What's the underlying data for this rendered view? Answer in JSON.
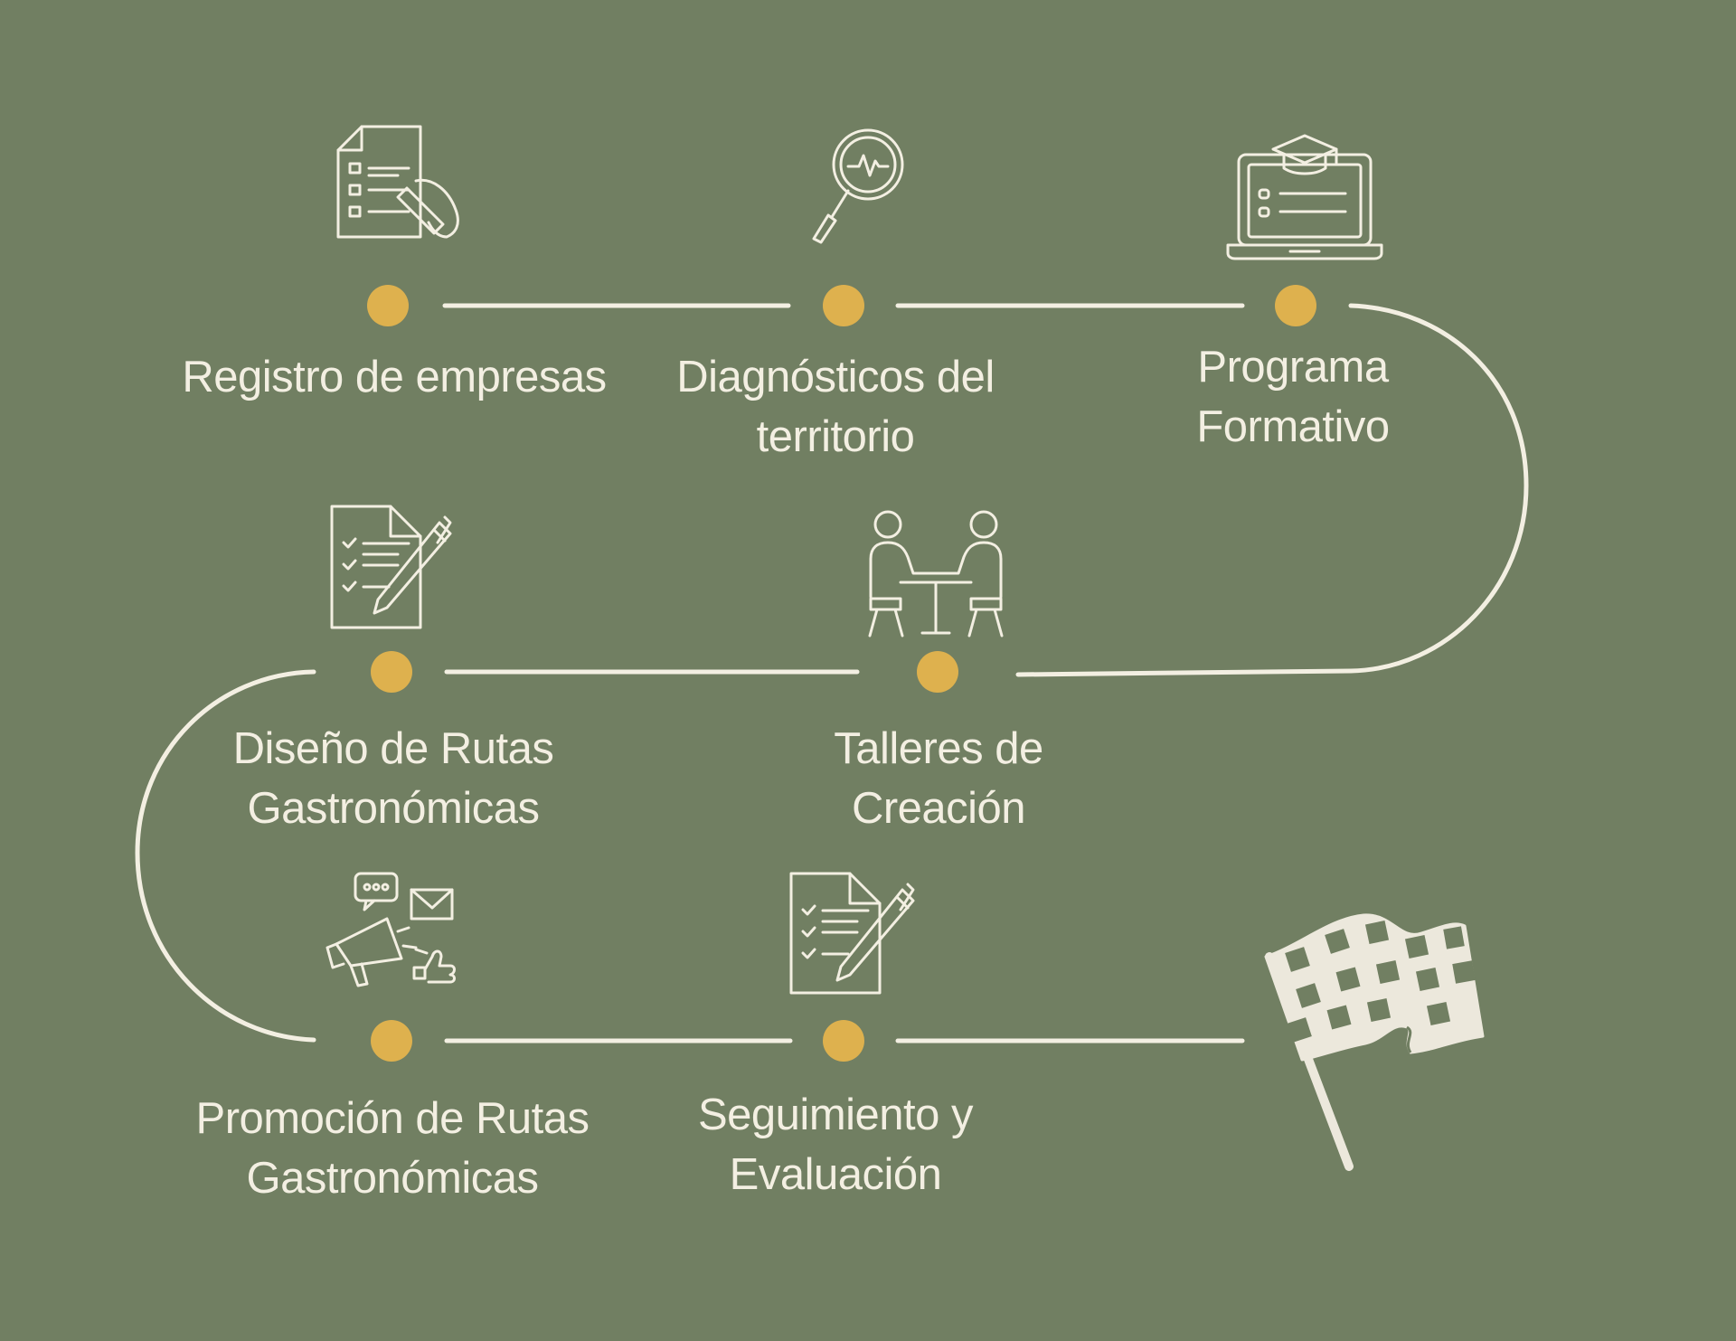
{
  "diagram": {
    "colors": {
      "background": "#717f62",
      "line": "#f3efe2",
      "dot": "#deb14e"
    },
    "steps": [
      {
        "id": "registro",
        "lines": [
          "Registro de empresas"
        ],
        "icon": "form-pen-icon"
      },
      {
        "id": "diagnosticos",
        "lines": [
          "Diagnósticos del",
          "territorio"
        ],
        "icon": "magnifier-pulse-icon"
      },
      {
        "id": "programa",
        "lines": [
          "Programa",
          "Formativo"
        ],
        "icon": "laptop-graduation-icon"
      },
      {
        "id": "talleres",
        "lines": [
          "Talleres de",
          "Creación"
        ],
        "icon": "meeting-table-icon"
      },
      {
        "id": "diseno",
        "lines": [
          "Diseño de Rutas",
          "Gastronómicas"
        ],
        "icon": "checklist-pen-icon"
      },
      {
        "id": "promocion",
        "lines": [
          "Promoción de Rutas",
          "Gastronómicas"
        ],
        "icon": "megaphone-icon"
      },
      {
        "id": "seguimiento",
        "lines": [
          "Seguimiento y",
          "Evaluación"
        ],
        "icon": "checklist-pen-icon"
      }
    ],
    "finish_icon": "checkered-flag-icon"
  }
}
